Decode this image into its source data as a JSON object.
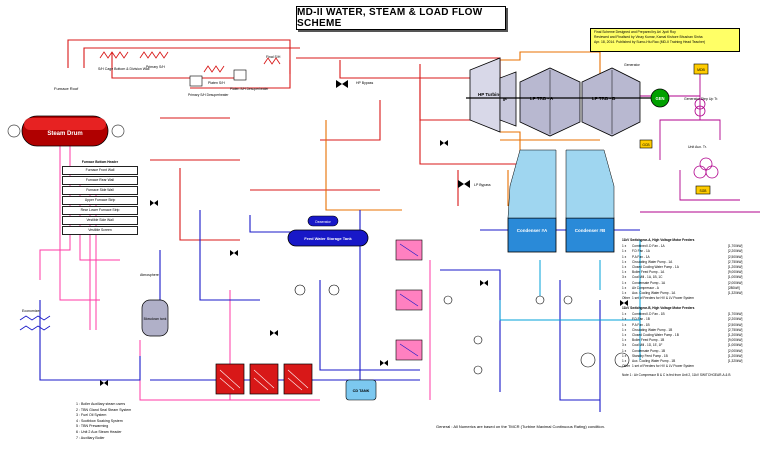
{
  "title": "MD-II  WATER, STEAM & LOAD FLOW SCHEME",
  "credits": [
    "Final Scheme Designed and Prepared by Ari Jyoti Roy",
    "Reviewed and Finalised by Vinay Kumar, Kamal Kishore Bhushan Sinha",
    "Apr. 18, 2014. Published by Sumo-Hiu Rao (MD-II Training Head Teacher)"
  ],
  "furnace_list": {
    "header": "Furnace Bottom Header",
    "items": [
      "Furnace Front Wall",
      "Furnace Rear Wall",
      "Furnace Side Wall",
      "Upper Furnace Strip",
      "Rear Lower Furnace Strip",
      "Vestible Side Wall",
      "Vestible Screen"
    ]
  },
  "labels": {
    "steam_drum": "Steam Drum",
    "furnace_roof": "Furnace Roof",
    "ss_cage_bottom": "S/H Cage Bottom & Division Wall",
    "primary_sh": "Primary S/H",
    "primary_sh_desuper": "Primary S/H Desuperheater",
    "platen_sh": "Platen S/H",
    "platen_sh_desuper": "Platen S/H Desuperheater",
    "final_sh": "Final S/H",
    "hp_bypass": "HP Bypass",
    "hp_turbine": "HP Turbine",
    "lp_turbine_a": "LP TRB - A",
    "lp_turbine_b": "LP TRB - B",
    "generator": "GEN",
    "generator_label": "Generator",
    "deaerator": "Deaerator",
    "feed_water_tank": "Feed Water Storage Tank",
    "condenser_a": "Condenser #A",
    "condenser_b": "Condenser #B",
    "economizer": "Economizer",
    "blowdown_tank": "Blowdown tank",
    "atmosphere": "Atmosphere",
    "cd_tank": "CD TANK",
    "lp_bypass": "LP Bypass",
    "ip_turbine": "IP",
    "gsu_label": "Generator Step Up Tr.",
    "uat_label": "Unit Aux. Tr.",
    "mdb": "MDB",
    "sgb": "SGB",
    "gcb": "GCB"
  },
  "swgr_a": {
    "header": "11kV Switchgear-A, High Voltage Motor Feeders",
    "rows": [
      [
        "1 x",
        "Combined I.D Fan - 1A",
        "[1,700kW]"
      ],
      [
        "1 x",
        "F.D Fan - 1A",
        "[2,200kW]"
      ],
      [
        "1 x",
        "P.A Fan - 1A",
        "[2,500kW]"
      ],
      [
        "1 x",
        "Circulating Water Pump - 1A",
        "[2,750kW]"
      ],
      [
        "1 x",
        "Closed Cooling Water Pump - 1A",
        "[1,200kW]"
      ],
      [
        "1 x",
        "Boiler Feed Pump - 1A",
        "[9,000kW]"
      ],
      [
        "3 x",
        "Coal Mill - 1A, 1B, 1C",
        "[1,000kW]"
      ],
      [
        "1 x",
        "Condensate Pump - 1A",
        "[2,000kW]"
      ],
      [
        "1 x",
        "Air Compressor - A",
        "[280kW]"
      ],
      [
        "1 x",
        "Aux. Cooling Water Pump - 1A",
        "[1,320kW]"
      ],
      [
        "Other",
        "1 set of Feeders for HV & LV Power System",
        ""
      ]
    ]
  },
  "swgr_b": {
    "header": "11kV Switchgear-B, High Voltage Motor Feeders",
    "rows": [
      [
        "1 x",
        "Combined I.D Fan - 1B",
        "[1,700kW]"
      ],
      [
        "1 x",
        "F.D Fan - 1B",
        "[2,200kW]"
      ],
      [
        "1 x",
        "P.A Fan - 1B",
        "[2,500kW]"
      ],
      [
        "1 x",
        "Circulating Water Pump - 1B",
        "[2,750kW]"
      ],
      [
        "1 x",
        "Closed Cooling Water Pump - 1B",
        "[1,200kW]"
      ],
      [
        "1 x",
        "Boiler Feed Pump - 1B",
        "[9,000kW]"
      ],
      [
        "3 x",
        "Coal Mill - 1D, 1E, 1F",
        "[1,000kW]"
      ],
      [
        "1 x",
        "Condensate Pump - 1B",
        "[2,000kW]"
      ],
      [
        "1 x",
        "Standby Feed Pump - 1B",
        "[1,200kW]"
      ],
      [
        "1 x",
        "Aux. Cooling Water Pump - 1B",
        "[1,320kW]"
      ],
      [
        "Other",
        "1 set of Feeders for HV & LV Power System",
        ""
      ]
    ],
    "note": "Note 1 : Air Compressor B & C is fed from Unit 2, 11kV SWITCHGEAR-A & B"
  },
  "legend": [
    "1 : Boiler Auxiliary steam users",
    "2 : TBN Gland Seal Steam System",
    "3 : Fuel Oil System",
    "4 : Sootblow Soaking System",
    "5 : TBN Prewarming",
    "6 : Unit 2 Aux Steam Header",
    "7 : Auxiliary Boiler"
  ],
  "general_note": "General :  All Numerics are based on the TMCR (Turbine Maximal Continuous Rating) condition.",
  "colors": {
    "steam": "#d81818",
    "water": "#1818c8",
    "reheat": "#e87000",
    "hot": "#ff00ff",
    "cooling": "#00a0d8",
    "elec": "#b0008c",
    "credits_bg": "#ffff66",
    "generator": "#00a000"
  }
}
